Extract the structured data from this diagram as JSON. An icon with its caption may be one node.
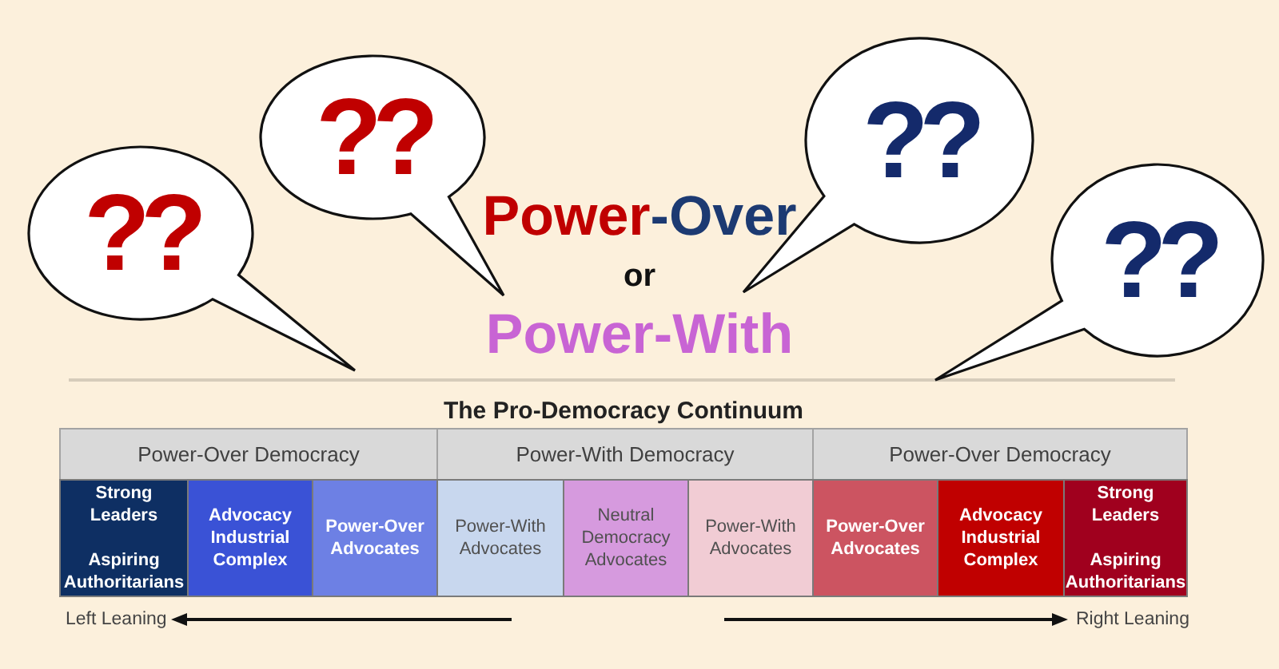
{
  "diagram": {
    "title": "Power-Over or Power-With",
    "nodes": [
      {
        "text": [
          "??"
        ]
      },
      {
        "text": [
          "??"
        ]
      },
      {
        "text": [
          "??"
        ]
      },
      {
        "text": [
          "??"
        ]
      },
      {
        "text": [
          "The Pro-Democracy Continuum"
        ]
      },
      {
        "text": [
          "Power-Over Democracy"
        ],
        "in": 4
      },
      {
        "text": [
          "Power-With Democracy"
        ],
        "in": 4
      },
      {
        "text": [
          "Power-Over Democracy"
        ],
        "in": 4
      },
      {
        "text": [
          "Strong Leaders",
          "Aspiring Authoritarians"
        ],
        "in": 4
      },
      {
        "text": [
          "Advocacy Industrial Complex"
        ],
        "in": 4
      },
      {
        "text": [
          "Power-Over Advocates"
        ],
        "in": 4
      },
      {
        "text": [
          "Power-With Advocates"
        ],
        "in": 4
      },
      {
        "text": [
          "Neutral Democracy Advocates"
        ],
        "in": 4
      },
      {
        "text": [
          "Power-With Advocates"
        ],
        "in": 4
      },
      {
        "text": [
          "Power-Over Advocates"
        ],
        "in": 4
      },
      {
        "text": [
          "Advocacy Industrial Complex"
        ],
        "in": 4
      },
      {
        "text": [
          "Strong Leaders",
          "Aspiring Authoritarians"
        ],
        "in": 4
      }
    ],
    "labels": [
      "Left Leaning",
      "Right Leaning"
    ]
  }
}
